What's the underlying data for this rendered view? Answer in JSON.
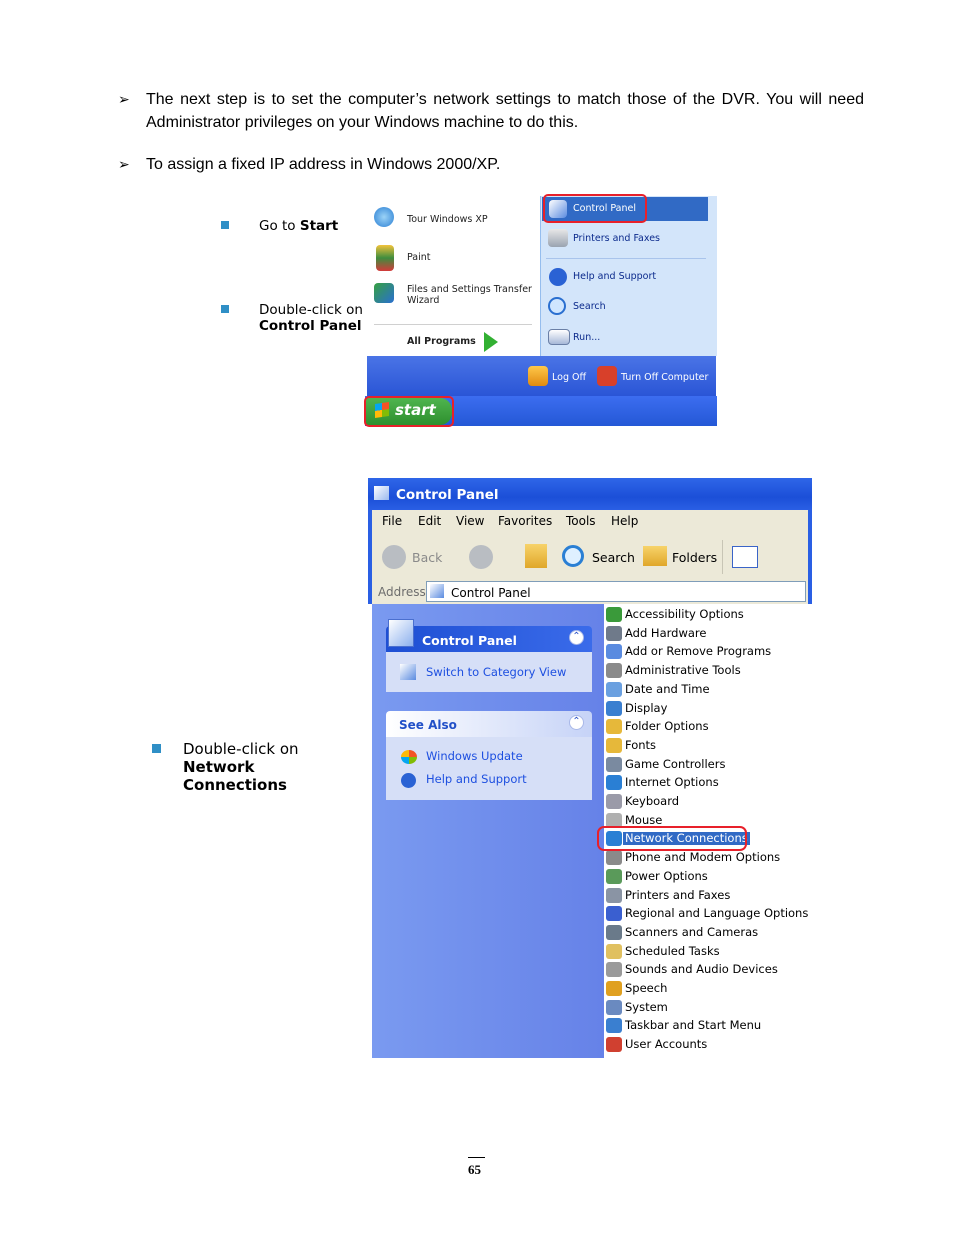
{
  "intro": {
    "bullet1": "The next step is to set the computer’s network settings to match those of the DVR. You will need Administrator privileges on your Windows machine to do this.",
    "bullet2": "To assign a fixed IP address in Windows 2000/XP."
  },
  "figure1": {
    "step1_prefix": "Go to ",
    "step1_bold": "Start",
    "step2_prefix": "Double-click on",
    "step2_bold": "Control Panel",
    "start_menu": {
      "left_items": [
        "Tour Windows XP",
        "Paint",
        "Files and Settings Transfer Wizard"
      ],
      "all_programs": "All Programs",
      "right_items": [
        "Control Panel",
        "Printers and Faxes",
        "Help and Support",
        "Search",
        "Run..."
      ],
      "log_off": "Log Off",
      "turn_off": "Turn Off Computer",
      "start_button": "start"
    }
  },
  "figure2": {
    "step_prefix": "Double-click on",
    "step_bold_line1": "Network",
    "step_bold_line2": "Connections",
    "window": {
      "title": "Control Panel",
      "menu": [
        "File",
        "Edit",
        "View",
        "Favorites",
        "Tools",
        "Help"
      ],
      "toolbar": {
        "back": "Back",
        "search": "Search",
        "folders": "Folders"
      },
      "address_label": "Address",
      "address_value": "Control Panel",
      "panel1_title": "Control Panel",
      "panel1_link": "Switch to Category View",
      "panel2_title": "See Also",
      "panel2_links": [
        "Windows Update",
        "Help and Support"
      ],
      "items": [
        "Accessibility Options",
        "Add Hardware",
        "Add or Remove Programs",
        "Administrative Tools",
        "Date and Time",
        "Display",
        "Folder Options",
        "Fonts",
        "Game Controllers",
        "Internet Options",
        "Keyboard",
        "Mouse",
        "Network Connections",
        "Phone and Modem Options",
        "Power Options",
        "Printers and Faxes",
        "Regional and Language Options",
        "Scanners and Cameras",
        "Scheduled Tasks",
        "Sounds and Audio Devices",
        "Speech",
        "System",
        "Taskbar and Start Menu",
        "User Accounts"
      ]
    }
  },
  "page_number": "65"
}
